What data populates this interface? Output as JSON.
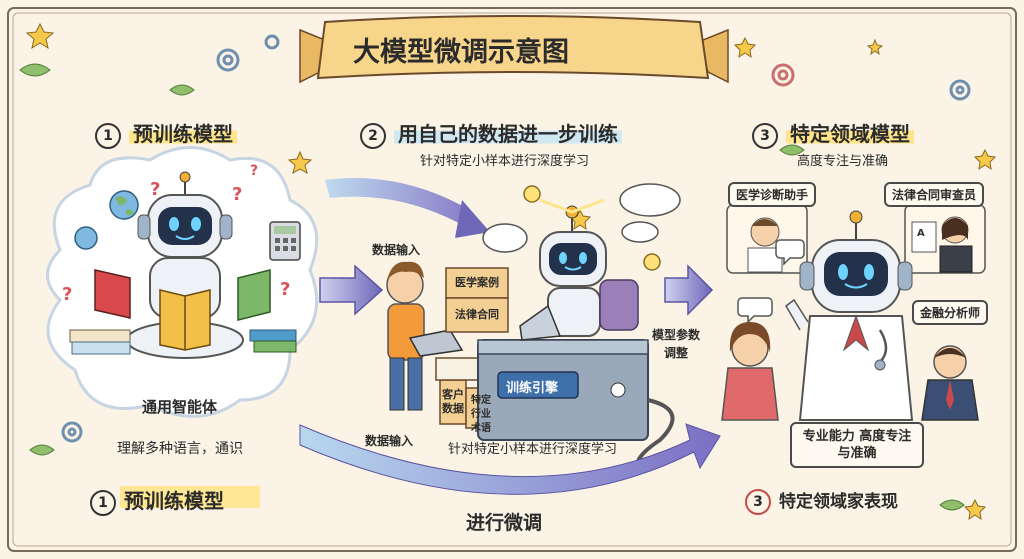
{
  "title": "大模型微调示意图",
  "section1": {
    "number": "1",
    "heading": "预训练模型",
    "agent_label": "通用智能体",
    "description": "理解多种语言，通识"
  },
  "section2": {
    "number": "2",
    "heading": "用自己的数据进一步训练",
    "subtitle": "针对特定小样本进行深度学习"
  },
  "section3": {
    "number": "3",
    "heading": "特定领域模型",
    "subtitle": "高度专注与准确"
  },
  "labels": {
    "data_input_top": "数据输入",
    "data_input_bottom": "数据输入",
    "crate_medical": "医学案例",
    "crate_legal": "法律合同",
    "crate_customer": "客户数据",
    "crate_terms": "特定行业术语",
    "engine": "训练引擎",
    "params": "模型参数调整",
    "bottom_desc": "针对特定小样本进行深度学习",
    "badge_medical": "医学诊断助手",
    "badge_legal": "法律合同审查员",
    "badge_finance": "金融分析师",
    "expertise": "专业能力 高度专注与准确"
  },
  "footer": {
    "left_number": "1",
    "left_label": "预训练模型",
    "center_label": "进行微调",
    "right_number": "3",
    "right_label": "特定领域家表现"
  },
  "colors": {
    "background": "#fbf4e6",
    "banner": "#f7d58b",
    "highlight_yellow": "#ffe58a",
    "highlight_blue": "#cfe8f2",
    "arrow": "#8d86c9"
  }
}
